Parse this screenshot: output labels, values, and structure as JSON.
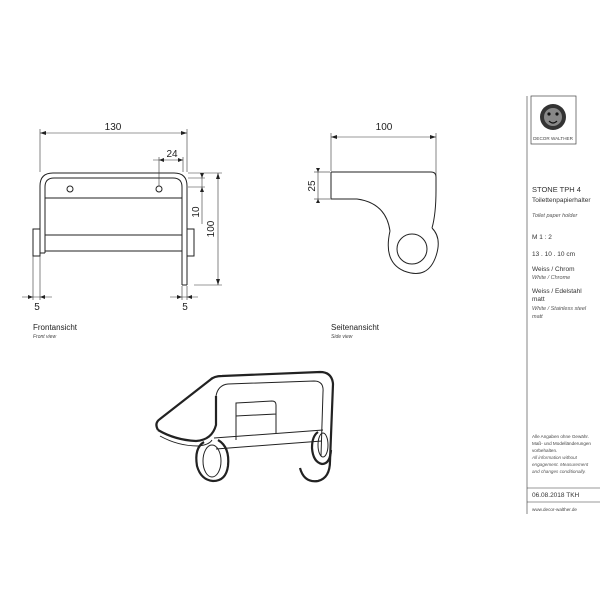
{
  "front_view": {
    "dim_width": "130",
    "dim_hook": "24",
    "dim_height": "100",
    "dim_gap": "10",
    "dim_left": "5",
    "dim_right": "5",
    "caption": "Frontansicht",
    "caption_en": "Front view"
  },
  "side_view": {
    "dim_width": "100",
    "dim_height": "25",
    "caption": "Seitenansicht",
    "caption_en": "Side view"
  },
  "title_block": {
    "logo_text": "DECOR WALTHER",
    "product": "STONE TPH 4",
    "name_de": "Toilettenpapierhalter",
    "name_en": "Toilet paper holder",
    "scale": "M 1 : 2",
    "size": "13 . 10 . 10 cm",
    "finish1": "Weiss / Chrom",
    "finish1_en": "White / Chrome",
    "finish2_l1": "Weiss / Edelstahl",
    "finish2_l2": "matt",
    "finish2_en_l1": "White / Stainless steel",
    "finish2_en_l2": "matt",
    "note_de_l1": "Alle Angaben ohne Gewähr.",
    "note_de_l2": "Maß- und Modelländerungen",
    "note_de_l3": "vorbehalten.",
    "note_en_l1": "All information without",
    "note_en_l2": "engagement. Measurement",
    "note_en_l3": "and changes conditionally.",
    "date": "06.08.2018 TKH",
    "url": "www.decor-walther.de"
  }
}
